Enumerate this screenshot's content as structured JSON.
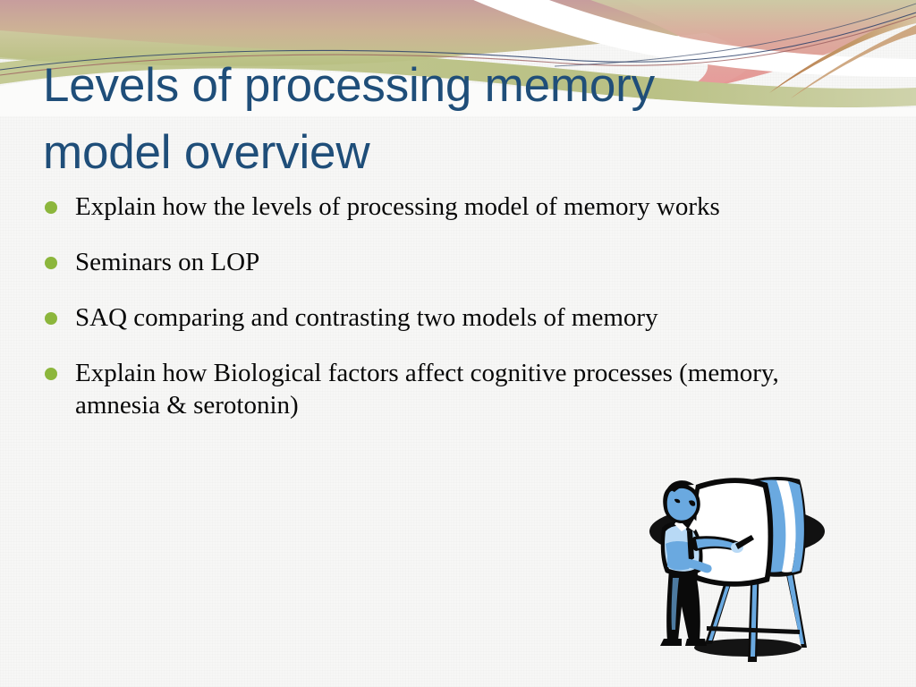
{
  "slide": {
    "title": "Levels of processing memory\nmodel overview",
    "title_color": "#1f4e79",
    "background_color": "#f7f7f6",
    "bullet_color": "#8cb63c",
    "body_text_color": "#080808",
    "bullets": [
      {
        "text": "Explain how the levels of processing model of memory works"
      },
      {
        "text": "Seminars on LOP"
      },
      {
        "text": " SAQ comparing and contrasting two models of memory"
      },
      {
        "text": "Explain how Biological factors affect cognitive processes (memory, amnesia & serotonin)"
      }
    ],
    "header_decoration": {
      "name": "wave-banner",
      "colors": {
        "rose": "#c9a0a0",
        "pink": "#e89c9c",
        "salmon": "#e8a0a0",
        "olive": "#bcc189",
        "olive_dark": "#b3bb7e",
        "tan": "#bf8f5a",
        "white": "#ffffff",
        "line_navy": "#2a3f6a",
        "line_maroon": "#9e5f5f"
      }
    },
    "clipart": {
      "name": "man-presenting-at-flipchart",
      "colors": {
        "skin_shirt_blue": "#6aa9e0",
        "shirt_light": "#b8d9f5",
        "outline_black": "#0a0a0a",
        "chart_white": "#ffffff",
        "ellipse_black": "#111111"
      }
    }
  }
}
